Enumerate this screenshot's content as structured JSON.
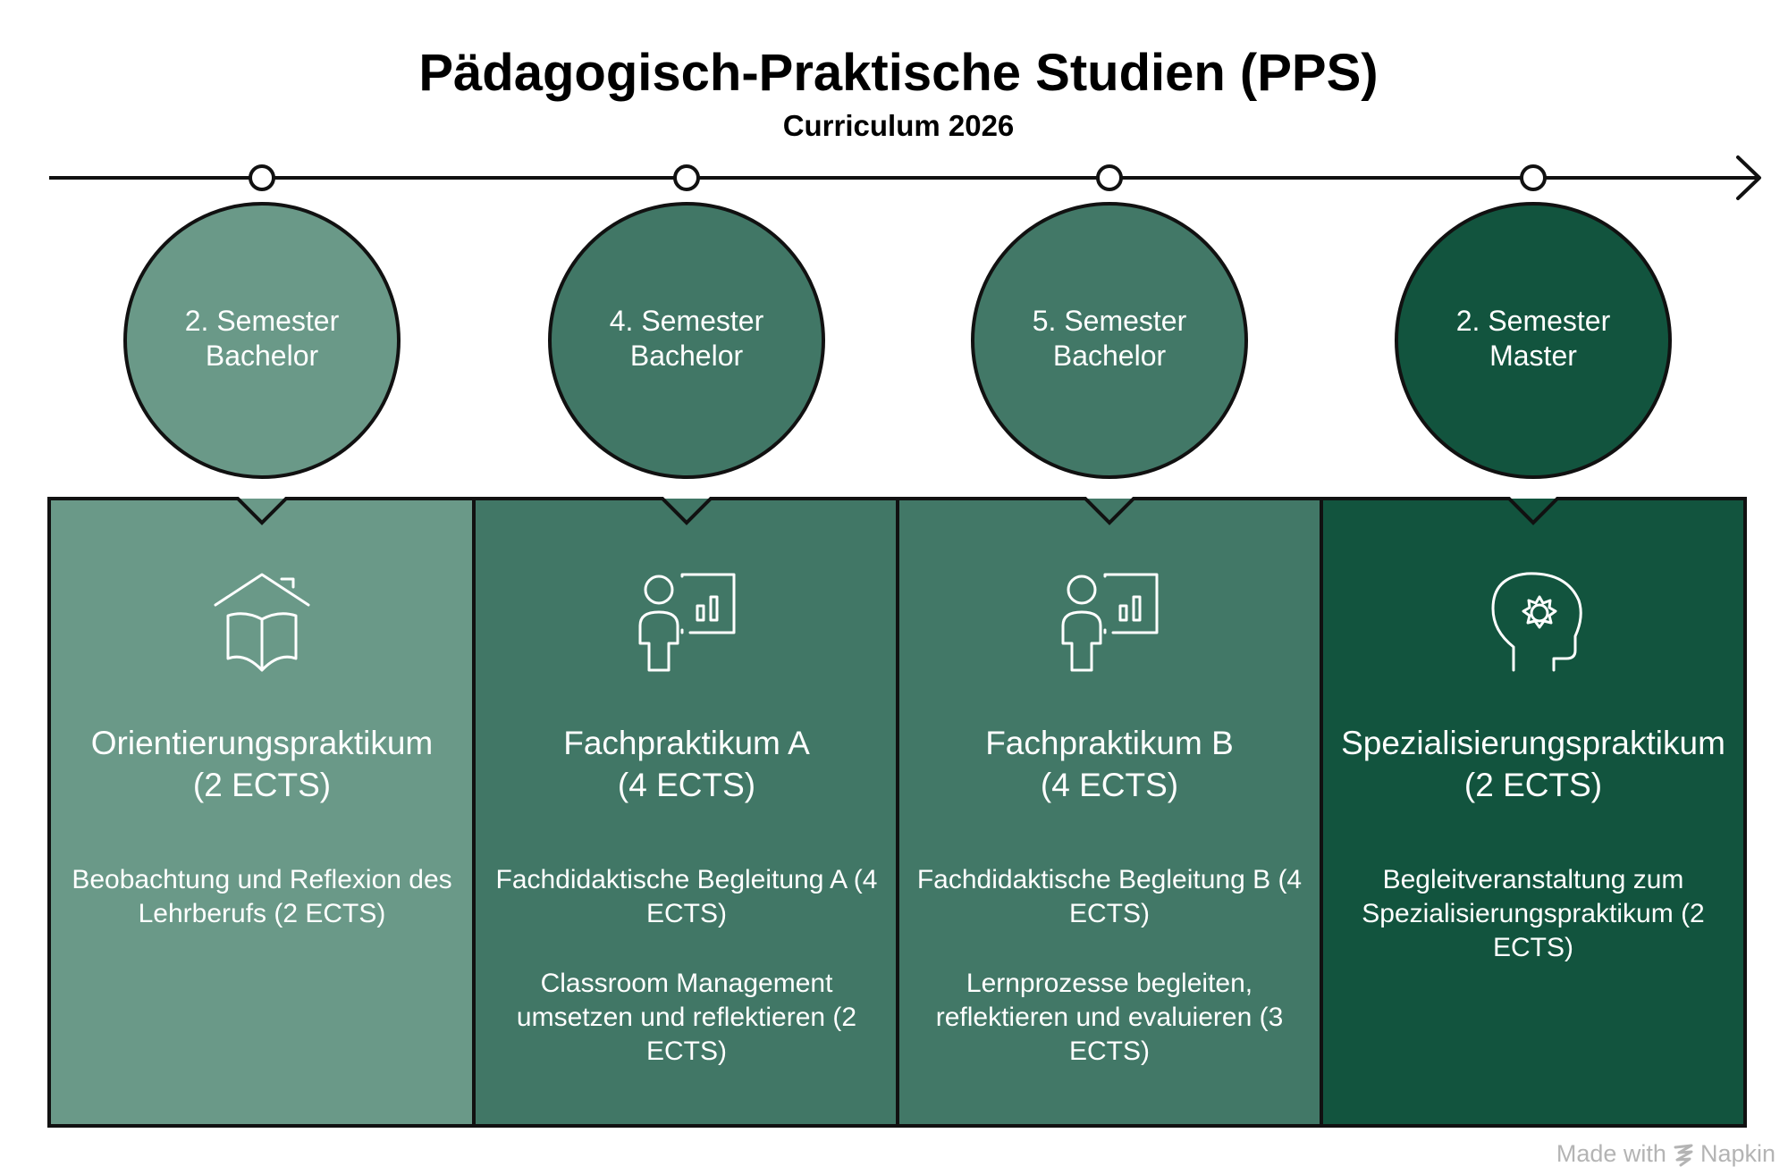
{
  "title": "Pädagogisch-Praktische Studien (PPS)",
  "subtitle": "Curriculum 2026",
  "colors": {
    "stage1": "#6a9988",
    "stage2": "#417766",
    "stage3": "#427867",
    "stage4": "#12543e",
    "outline": "#111111"
  },
  "stages": [
    {
      "semester_line1": "2. Semester",
      "semester_line2": "Bachelor",
      "icon": "house-book-icon",
      "title_line1": "Orientierungspraktikum",
      "title_line2": "(2 ECTS)",
      "desc": [
        "Beobachtung und Reflexion des Lehrberufs (2 ECTS)"
      ]
    },
    {
      "semester_line1": "4. Semester",
      "semester_line2": "Bachelor",
      "icon": "presenter-chart-icon",
      "title_line1": "Fachpraktikum A",
      "title_line2": "(4 ECTS)",
      "desc": [
        "Fachdidaktische Begleitung A (4 ECTS)",
        "Classroom Management umsetzen und reflektieren (2 ECTS)"
      ]
    },
    {
      "semester_line1": "5. Semester",
      "semester_line2": "Bachelor",
      "icon": "presenter-chart-icon",
      "title_line1": "Fachpraktikum B",
      "title_line2": "(4 ECTS)",
      "desc": [
        "Fachdidaktische Begleitung B (4 ECTS)",
        "Lernprozesse begleiten, reflektieren und evaluieren (3 ECTS)"
      ]
    },
    {
      "semester_line1": "2. Semester",
      "semester_line2": "Master",
      "icon": "head-gear-icon",
      "title_line1": "Spezialisierungspraktikum",
      "title_line2": "(2 ECTS)",
      "desc": [
        "Begleitveranstaltung zum Spezialisierungspraktikum (2 ECTS)"
      ]
    }
  ],
  "watermark": {
    "prefix": "Made with",
    "brand": "Napkin"
  }
}
